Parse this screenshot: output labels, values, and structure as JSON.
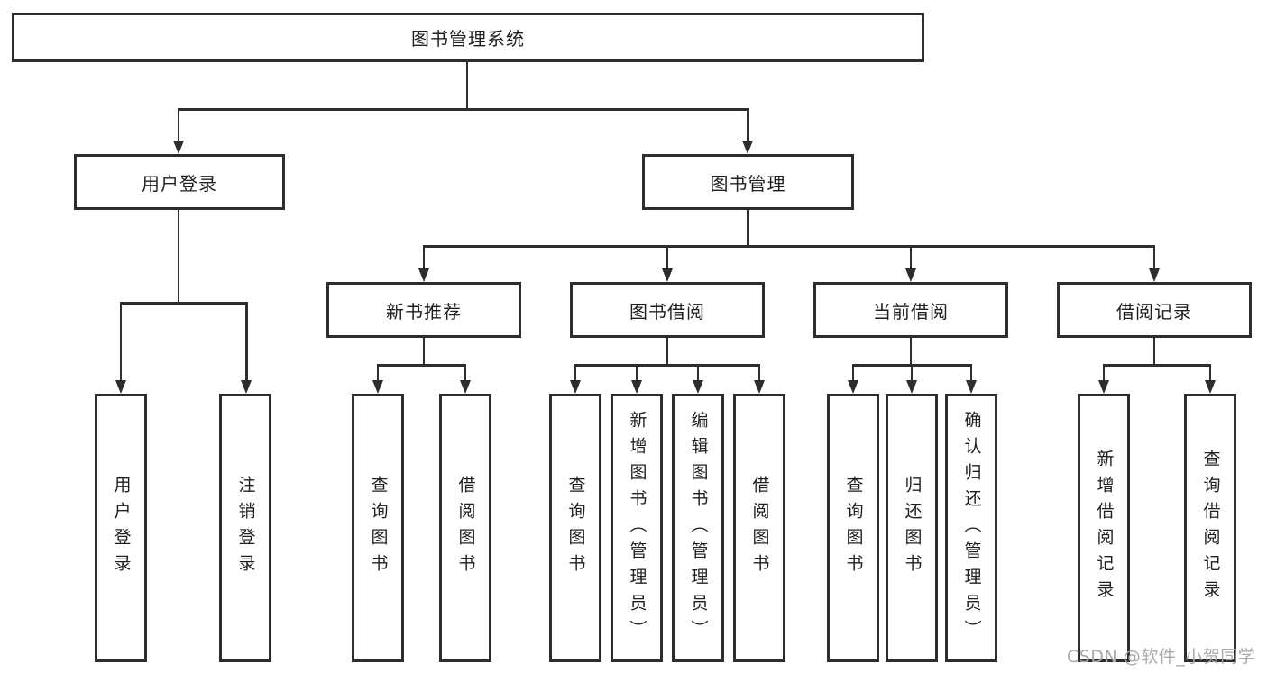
{
  "diagram_type": "hierarchy-tree",
  "root": {
    "label": "图书管理系统"
  },
  "branches": [
    {
      "label": "用户登录",
      "children": [
        {
          "label": "用户登录"
        },
        {
          "label": "注销登录"
        }
      ]
    },
    {
      "label": "图书管理",
      "children": [
        {
          "label": "新书推荐",
          "children": [
            {
              "label": "查询图书"
            },
            {
              "label": "借阅图书"
            }
          ]
        },
        {
          "label": "图书借阅",
          "children": [
            {
              "label": "查询图书"
            },
            {
              "label": "新增图书（管理员）"
            },
            {
              "label": "编辑图书（管理员）"
            },
            {
              "label": "借阅图书"
            }
          ]
        },
        {
          "label": "当前借阅",
          "children": [
            {
              "label": "查询图书"
            },
            {
              "label": "归还图书"
            },
            {
              "label": "确认归还（管理员）"
            }
          ]
        },
        {
          "label": "借阅记录",
          "children": [
            {
              "label": "新增借阅记录"
            },
            {
              "label": "查询借阅记录"
            }
          ]
        }
      ]
    }
  ],
  "watermark": "CSDN @软件_小贺同学",
  "colors": {
    "line": "#2d2d2d",
    "box_border": "#2d2d2d",
    "text": "#1f1f1f",
    "watermark_text": "#a9a9a9",
    "background": "#ffffff"
  }
}
